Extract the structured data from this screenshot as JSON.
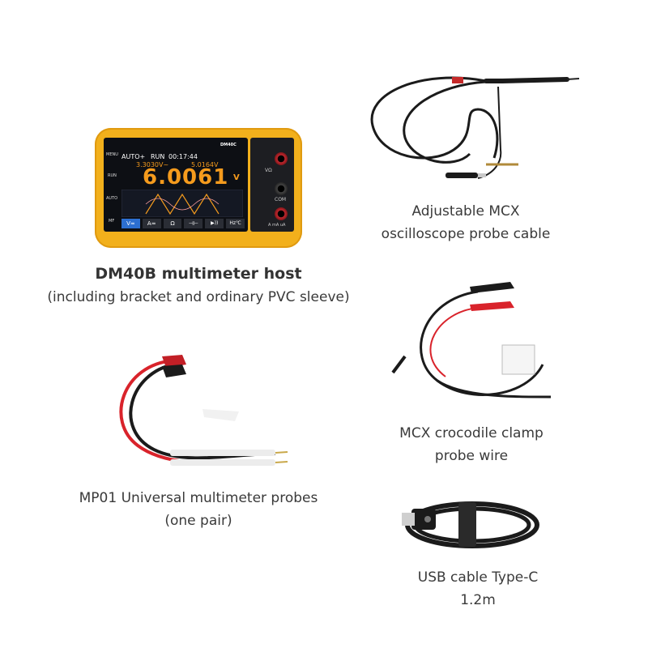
{
  "items": {
    "host": {
      "title": "DM40B multimeter host",
      "subtitle": "(including bracket and ordinary PVC sleeve)",
      "device_model": "DM40C",
      "screen": {
        "mode": "AUTO+",
        "run": "RUN",
        "time": "00:17:44",
        "sub_reading_1": "3.3030V~",
        "sub_reading_2": "5.0164V",
        "main_reading": "6.0061",
        "unit": "V",
        "buttons": [
          "V≂",
          "A≂",
          "Ω",
          "⊣⊢",
          "▶))",
          "Hz℃"
        ],
        "side_icons": [
          "MENU",
          "RUN",
          "AUTO",
          "MF"
        ]
      },
      "jack_labels": [
        "VΩ",
        "COM",
        "A mA uA"
      ]
    },
    "mcx_probe": {
      "line1": "Adjustable MCX",
      "line2": "oscilloscope probe cable"
    },
    "clamp_wire": {
      "line1": "MCX crocodile clamp",
      "line2": "probe wire"
    },
    "mp01": {
      "line1": "MP01 Universal multimeter probes",
      "line2": "(one pair)"
    },
    "usb": {
      "line1": "USB cable Type-C",
      "line2": "1.2m"
    }
  },
  "colors": {
    "device_body": "#f2b01c",
    "screen_bg": "#0d0f14",
    "reading_orange": "#f59b1d",
    "probe_red": "#d9232b",
    "cable_black": "#1b1b1b"
  }
}
